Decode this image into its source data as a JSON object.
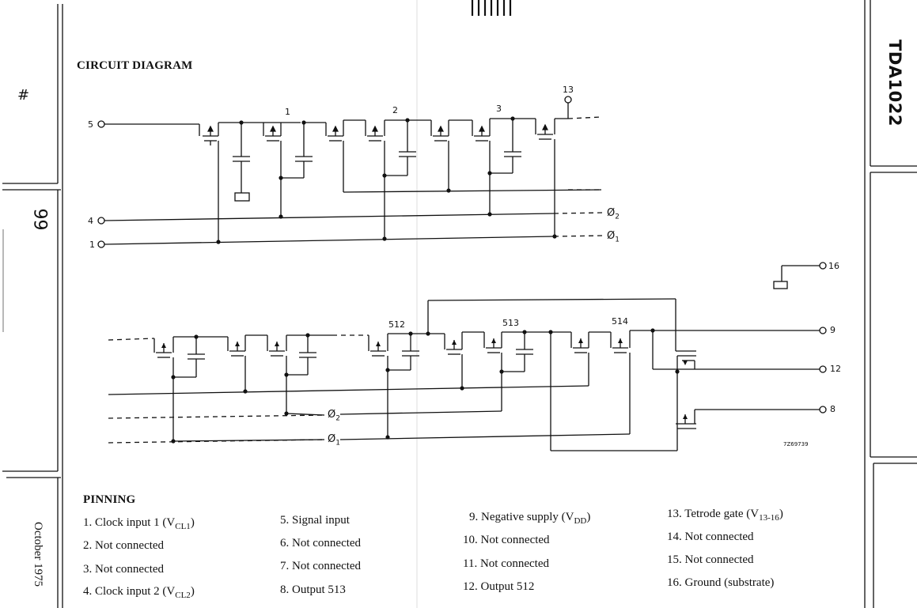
{
  "document": {
    "part_number": "TDA1022",
    "date": "October 1975",
    "margin_marks": {
      "hash": "#",
      "page_mark": "99"
    },
    "fold_marks": "IIIIIII"
  },
  "circuit": {
    "heading": "CIRCUIT DIAGRAM",
    "figure_code": "7Z69739",
    "pins": {
      "p5": "5",
      "p4": "4",
      "p1": "1",
      "p13": "13",
      "p16": "16",
      "p9": "9",
      "p12": "12",
      "p8": "8"
    },
    "stage_labels": {
      "s1": "1",
      "s2": "2",
      "s3": "3",
      "s512": "512",
      "s513": "513",
      "s514": "514"
    },
    "clock_labels": {
      "phi2": "Ø",
      "phi2_sub": "2",
      "phi1": "Ø",
      "phi1_sub": "1"
    }
  },
  "pinning": {
    "heading": "PINNING",
    "items": [
      {
        "text": "1. Clock input 1 (V",
        "sub": "CL1",
        "after": ")"
      },
      {
        "text": "2. Not connected"
      },
      {
        "text": "3. Not connected"
      },
      {
        "text": "4. Clock input 2 (V",
        "sub": "CL2",
        "after": ")"
      },
      {
        "text": "5. Signal input"
      },
      {
        "text": "6. Not connected"
      },
      {
        "text": "7. Not connected"
      },
      {
        "text": "8. Output 513"
      },
      {
        "text": "9. Negative supply (V",
        "sub": "DD",
        "after": ")"
      },
      {
        "text": "10. Not connected"
      },
      {
        "text": "11. Not connected"
      },
      {
        "text": "12. Output 512"
      },
      {
        "text": "13. Tetrode gate (V",
        "sub": "13-16",
        "after": ")"
      },
      {
        "text": "14. Not connected"
      },
      {
        "text": "15. Not connected"
      },
      {
        "text": "16. Ground (substrate)"
      }
    ]
  }
}
